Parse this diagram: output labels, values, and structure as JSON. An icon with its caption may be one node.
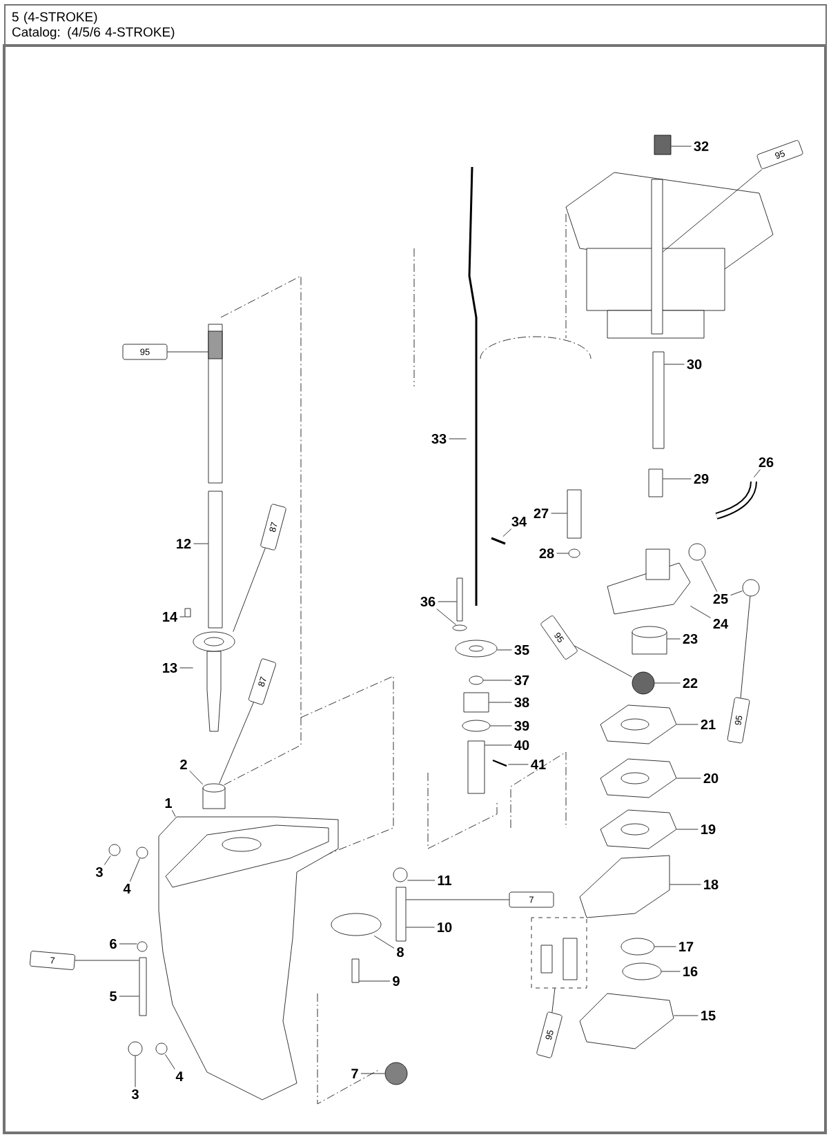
{
  "diagram": {
    "nodes": [
      {
        "text": [
          "5 (4-STROKE)",
          "Catalog: (4/5/6 4-STROKE)"
        ]
      },
      {
        "text": [
          "32"
        ]
      },
      {
        "text": [
          "30"
        ]
      },
      {
        "text": [
          "33"
        ]
      },
      {
        "text": [
          "29"
        ]
      },
      {
        "text": [
          "26"
        ]
      },
      {
        "text": [
          "27"
        ]
      },
      {
        "text": [
          "34"
        ]
      },
      {
        "text": [
          "12"
        ]
      },
      {
        "text": [
          "28"
        ]
      },
      {
        "text": [
          "36"
        ]
      },
      {
        "text": [
          "25"
        ]
      },
      {
        "text": [
          "24"
        ]
      },
      {
        "text": [
          "14"
        ]
      },
      {
        "text": [
          "23"
        ]
      },
      {
        "text": [
          "35"
        ]
      },
      {
        "text": [
          "13"
        ]
      },
      {
        "text": [
          "37"
        ]
      },
      {
        "text": [
          "22"
        ]
      },
      {
        "text": [
          "38"
        ]
      },
      {
        "text": [
          "21"
        ]
      },
      {
        "text": [
          "39"
        ]
      },
      {
        "text": [
          "40"
        ]
      },
      {
        "text": [
          "2"
        ]
      },
      {
        "text": [
          "41"
        ]
      },
      {
        "text": [
          "20"
        ]
      },
      {
        "text": [
          "1"
        ]
      },
      {
        "text": [
          "19"
        ]
      },
      {
        "text": [
          "3"
        ]
      },
      {
        "text": [
          "18"
        ]
      },
      {
        "text": [
          "11"
        ]
      },
      {
        "text": [
          "4"
        ]
      },
      {
        "text": [
          "10"
        ]
      },
      {
        "text": [
          "17"
        ]
      },
      {
        "text": [
          "8"
        ]
      },
      {
        "text": [
          "6"
        ]
      },
      {
        "text": [
          "16"
        ]
      },
      {
        "text": [
          "9"
        ]
      },
      {
        "text": [
          "5"
        ]
      },
      {
        "text": [
          "15"
        ]
      },
      {
        "text": [
          "7"
        ]
      },
      {
        "text": [
          "4"
        ]
      },
      {
        "text": [
          "3"
        ]
      },
      {
        "text": [
          "95"
        ]
      },
      {
        "text": [
          "87"
        ]
      },
      {
        "text": [
          "87"
        ]
      },
      {
        "text": [
          "95"
        ]
      },
      {
        "text": [
          "95"
        ]
      },
      {
        "text": [
          "95"
        ]
      },
      {
        "text": [
          "7"
        ]
      },
      {
        "text": [
          "7"
        ]
      },
      {
        "text": [
          "95"
        ]
      },
      {
        "text": [],
        "shape": "box"
      },
      {
        "text": [],
        "shape": "box"
      },
      {
        "text": [],
        "shape": "box"
      },
      {
        "text": [],
        "shape": "picture"
      },
      {
        "text": [],
        "shape": "box"
      },
      {
        "text": [],
        "shape": "picture"
      },
      {
        "text": [],
        "shape": "box"
      },
      {
        "text": [],
        "shape": "picture"
      },
      {
        "text": [],
        "shape": "picture"
      },
      {
        "text": [],
        "shape": "circle"
      },
      {
        "text": [],
        "shape": "box"
      },
      {
        "text": [],
        "shape": "circle"
      },
      {
        "text": [],
        "shape": "circle"
      },
      {
        "text": [],
        "shape": "circle"
      },
      {
        "text": [],
        "shape": "picture"
      },
      {
        "text": [],
        "shape": "box"
      },
      {
        "text": [],
        "shape": "cylinder"
      },
      {
        "text": [],
        "shape": "picture"
      },
      {
        "text": [],
        "shape": "picture"
      },
      {
        "text": [],
        "shape": "circle"
      },
      {
        "text": [],
        "shape": "circle"
      },
      {
        "text": [],
        "shape": "box"
      },
      {
        "text": [],
        "shape": "picture"
      },
      {
        "text": [],
        "shape": "circle"
      },
      {
        "text": [],
        "shape": "box"
      },
      {
        "text": [],
        "shape": "cylinder"
      },
      {
        "text": [],
        "shape": "picture"
      },
      {
        "text": [],
        "shape": "picture"
      },
      {
        "text": [],
        "shape": "picture"
      },
      {
        "text": [],
        "shape": "picture"
      },
      {
        "text": [],
        "shape": "circle"
      },
      {
        "text": [],
        "shape": "picture"
      },
      {
        "text": [],
        "shape": "circle"
      },
      {
        "text": [],
        "shape": "circle"
      },
      {
        "text": [],
        "shape": "box"
      },
      {
        "text": [],
        "shape": "circle"
      },
      {
        "text": [],
        "shape": "circle"
      },
      {
        "text": [],
        "shape": "circle"
      },
      {
        "text": [],
        "shape": "circle"
      },
      {
        "text": [],
        "shape": "box"
      },
      {
        "text": [],
        "shape": "box"
      },
      {
        "text": [],
        "shape": "picture"
      },
      {
        "text": [],
        "shape": "circle"
      },
      {
        "text": [],
        "shape": "circle"
      },
      {
        "text": [],
        "shape": "circle"
      },
      {
        "text": [],
        "shape": "picture"
      },
      {
        "text": [],
        "shape": "box"
      }
    ],
    "edges": [
      {
        "from": 1,
        "to": 52,
        "arrow": "none"
      },
      {
        "from": 2,
        "to": 54,
        "arrow": "none"
      },
      {
        "from": 3,
        "to": 55,
        "arrow": "none"
      },
      {
        "from": 4,
        "to": 56,
        "arrow": "none"
      },
      {
        "from": 5,
        "to": 57,
        "arrow": "none"
      },
      {
        "from": 6,
        "to": 58,
        "arrow": "none"
      },
      {
        "from": 7,
        "to": 59,
        "arrow": "none"
      },
      {
        "from": 8,
        "to": 98,
        "arrow": "none"
      },
      {
        "from": 9,
        "to": 61,
        "arrow": "none"
      },
      {
        "from": 10,
        "to": 62,
        "arrow": "none"
      },
      {
        "from": 10,
        "to": 63,
        "arrow": "none"
      },
      {
        "from": 11,
        "to": 64,
        "arrow": "none"
      },
      {
        "from": 11,
        "to": 65,
        "arrow": "none"
      },
      {
        "from": 12,
        "to": 66,
        "arrow": "none"
      },
      {
        "from": 13,
        "to": 67,
        "arrow": "none"
      },
      {
        "from": 14,
        "to": 68,
        "arrow": "none"
      },
      {
        "from": 15,
        "to": 69,
        "arrow": "none"
      },
      {
        "from": 16,
        "to": 70,
        "arrow": "none"
      },
      {
        "from": 17,
        "to": 71,
        "arrow": "none"
      },
      {
        "from": 18,
        "to": 72,
        "arrow": "none"
      },
      {
        "from": 19,
        "to": 73,
        "arrow": "none"
      },
      {
        "from": 20,
        "to": 74,
        "arrow": "none"
      },
      {
        "from": 21,
        "to": 75,
        "arrow": "none"
      },
      {
        "from": 22,
        "to": 76,
        "arrow": "none"
      },
      {
        "from": 23,
        "to": 77,
        "arrow": "none"
      },
      {
        "from": 24,
        "to": 78,
        "arrow": "none"
      },
      {
        "from": 25,
        "to": 79,
        "arrow": "none"
      },
      {
        "from": 26,
        "to": 80,
        "arrow": "none"
      },
      {
        "from": 27,
        "to": 81,
        "arrow": "none"
      },
      {
        "from": 28,
        "to": 82,
        "arrow": "none"
      },
      {
        "from": 29,
        "to": 83,
        "arrow": "none"
      },
      {
        "from": 30,
        "to": 84,
        "arrow": "none"
      },
      {
        "from": 31,
        "to": 85,
        "arrow": "none"
      },
      {
        "from": 32,
        "to": 86,
        "arrow": "none"
      },
      {
        "from": 33,
        "to": 87,
        "arrow": "none"
      },
      {
        "from": 34,
        "to": 88,
        "arrow": "none"
      },
      {
        "from": 35,
        "to": 89,
        "arrow": "none"
      },
      {
        "from": 36,
        "to": 90,
        "arrow": "none"
      },
      {
        "from": 37,
        "to": 91,
        "arrow": "none"
      },
      {
        "from": 38,
        "to": 92,
        "arrow": "none"
      },
      {
        "from": 39,
        "to": 93,
        "arrow": "none"
      },
      {
        "from": 40,
        "to": 94,
        "arrow": "none"
      },
      {
        "from": 41,
        "to": 95,
        "arrow": "none"
      },
      {
        "from": 42,
        "to": 96,
        "arrow": "none"
      },
      {
        "from": 43,
        "to": 60,
        "arrow": "none"
      },
      {
        "from": 44,
        "to": 70,
        "arrow": "none"
      },
      {
        "from": 45,
        "to": 77,
        "arrow": "none"
      },
      {
        "from": 46,
        "to": 53,
        "arrow": "none"
      },
      {
        "from": 47,
        "to": 72,
        "arrow": "none"
      },
      {
        "from": 48,
        "to": 65,
        "arrow": "none"
      },
      {
        "from": 49,
        "to": 92,
        "arrow": "none"
      },
      {
        "from": 50,
        "to": 86,
        "arrow": "none"
      },
      {
        "from": 51,
        "to": 97,
        "arrow": "none"
      }
    ]
  }
}
